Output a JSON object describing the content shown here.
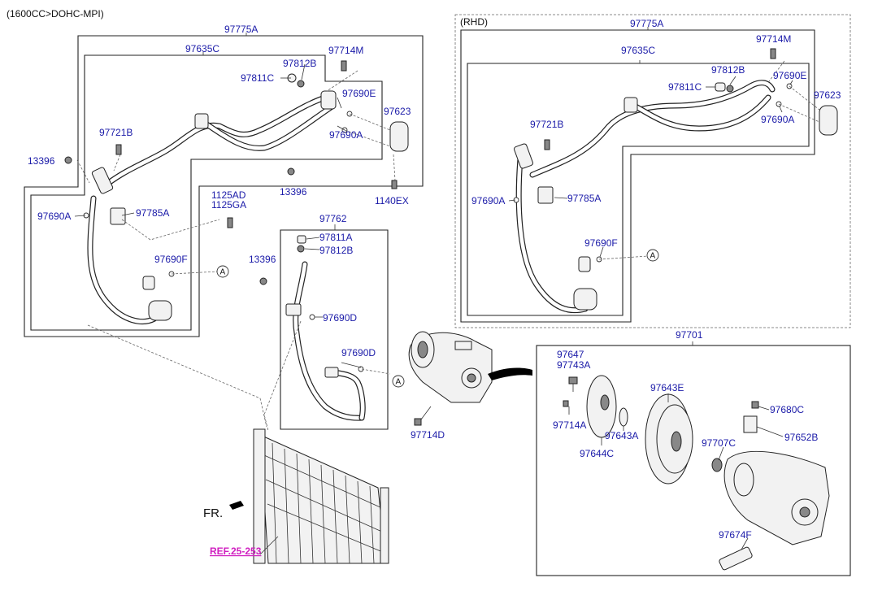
{
  "header": {
    "engine": "(1600CC>DOHC-MPI)",
    "rhd": "(RHD)"
  },
  "labels": {
    "l_97775A": "97775A",
    "l_97635C": "97635C",
    "l_97714M": "97714M",
    "l_97812B": "97812B",
    "l_97811C": "97811C",
    "l_97690E": "97690E",
    "l_97623": "97623",
    "l_97690A_top": "97690A",
    "l_97721B": "97721B",
    "l_13396": "13396",
    "l_13396_b": "13396",
    "l_1140EX": "1140EX",
    "l_1125AD": "1125AD",
    "l_1125GA": "1125GA",
    "l_97690A": "97690A",
    "l_97785A": "97785A",
    "l_97690F": "97690F",
    "l_97762": "97762",
    "l_97811A": "97811A",
    "l_97812B_b": "97812B",
    "l_13396_c": "13396",
    "l_97690D": "97690D",
    "l_97690D_b": "97690D",
    "l_97714D": "97714D",
    "r_97775A": "97775A",
    "r_97714M": "97714M",
    "r_97635C": "97635C",
    "r_97812B": "97812B",
    "r_97690E": "97690E",
    "r_97811C": "97811C",
    "r_97623": "97623",
    "r_97690A_b": "97690A",
    "r_97721B": "97721B",
    "r_97690A": "97690A",
    "r_97785A": "97785A",
    "r_97690F": "97690F",
    "d_97701": "97701",
    "d_97647": "97647",
    "d_97743A": "97743A",
    "d_97643E": "97643E",
    "d_97680C": "97680C",
    "d_97714A": "97714A",
    "d_97643A": "97643A",
    "d_97652B": "97652B",
    "d_97644C": "97644C",
    "d_97707C": "97707C",
    "d_97674F": "97674F"
  },
  "markers": {
    "a": "A"
  },
  "footer": {
    "fr": "FR.",
    "ref": "REF.25-253"
  },
  "colors": {
    "part_label": "#1a1aa8",
    "ref_label": "#d020c0",
    "line": "#222222"
  }
}
